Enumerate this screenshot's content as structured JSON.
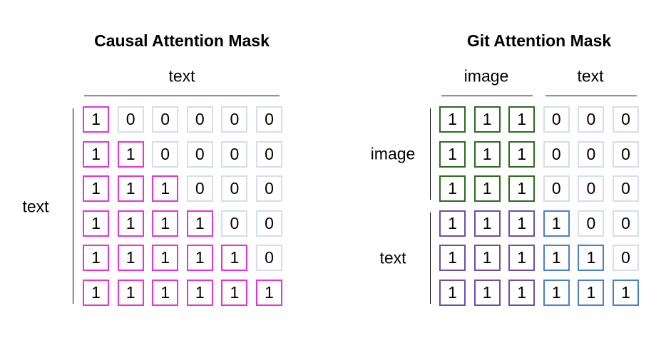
{
  "causal": {
    "title": "Causal Attention Mask",
    "col_label": "text",
    "row_label": "text",
    "matrix": [
      [
        "1",
        "0",
        "0",
        "0",
        "0",
        "0"
      ],
      [
        "1",
        "1",
        "0",
        "0",
        "0",
        "0"
      ],
      [
        "1",
        "1",
        "1",
        "0",
        "0",
        "0"
      ],
      [
        "1",
        "1",
        "1",
        "1",
        "0",
        "0"
      ],
      [
        "1",
        "1",
        "1",
        "1",
        "1",
        "0"
      ],
      [
        "1",
        "1",
        "1",
        "1",
        "1",
        "1"
      ]
    ]
  },
  "git": {
    "title": "Git Attention Mask",
    "col_labels": [
      "image",
      "text"
    ],
    "row_labels": [
      "image",
      "text"
    ],
    "matrix": [
      [
        "1",
        "1",
        "1",
        "0",
        "0",
        "0"
      ],
      [
        "1",
        "1",
        "1",
        "0",
        "0",
        "0"
      ],
      [
        "1",
        "1",
        "1",
        "0",
        "0",
        "0"
      ],
      [
        "1",
        "1",
        "1",
        "1",
        "0",
        "0"
      ],
      [
        "1",
        "1",
        "1",
        "1",
        "1",
        "0"
      ],
      [
        "1",
        "1",
        "1",
        "1",
        "1",
        "1"
      ]
    ]
  },
  "colors": {
    "causal_active": "#e633d6",
    "inactive": "#d6ddf0",
    "image_image": "#2d6b1e",
    "text_image": "#6a4fb0",
    "text_text": "#4a7fd0"
  }
}
